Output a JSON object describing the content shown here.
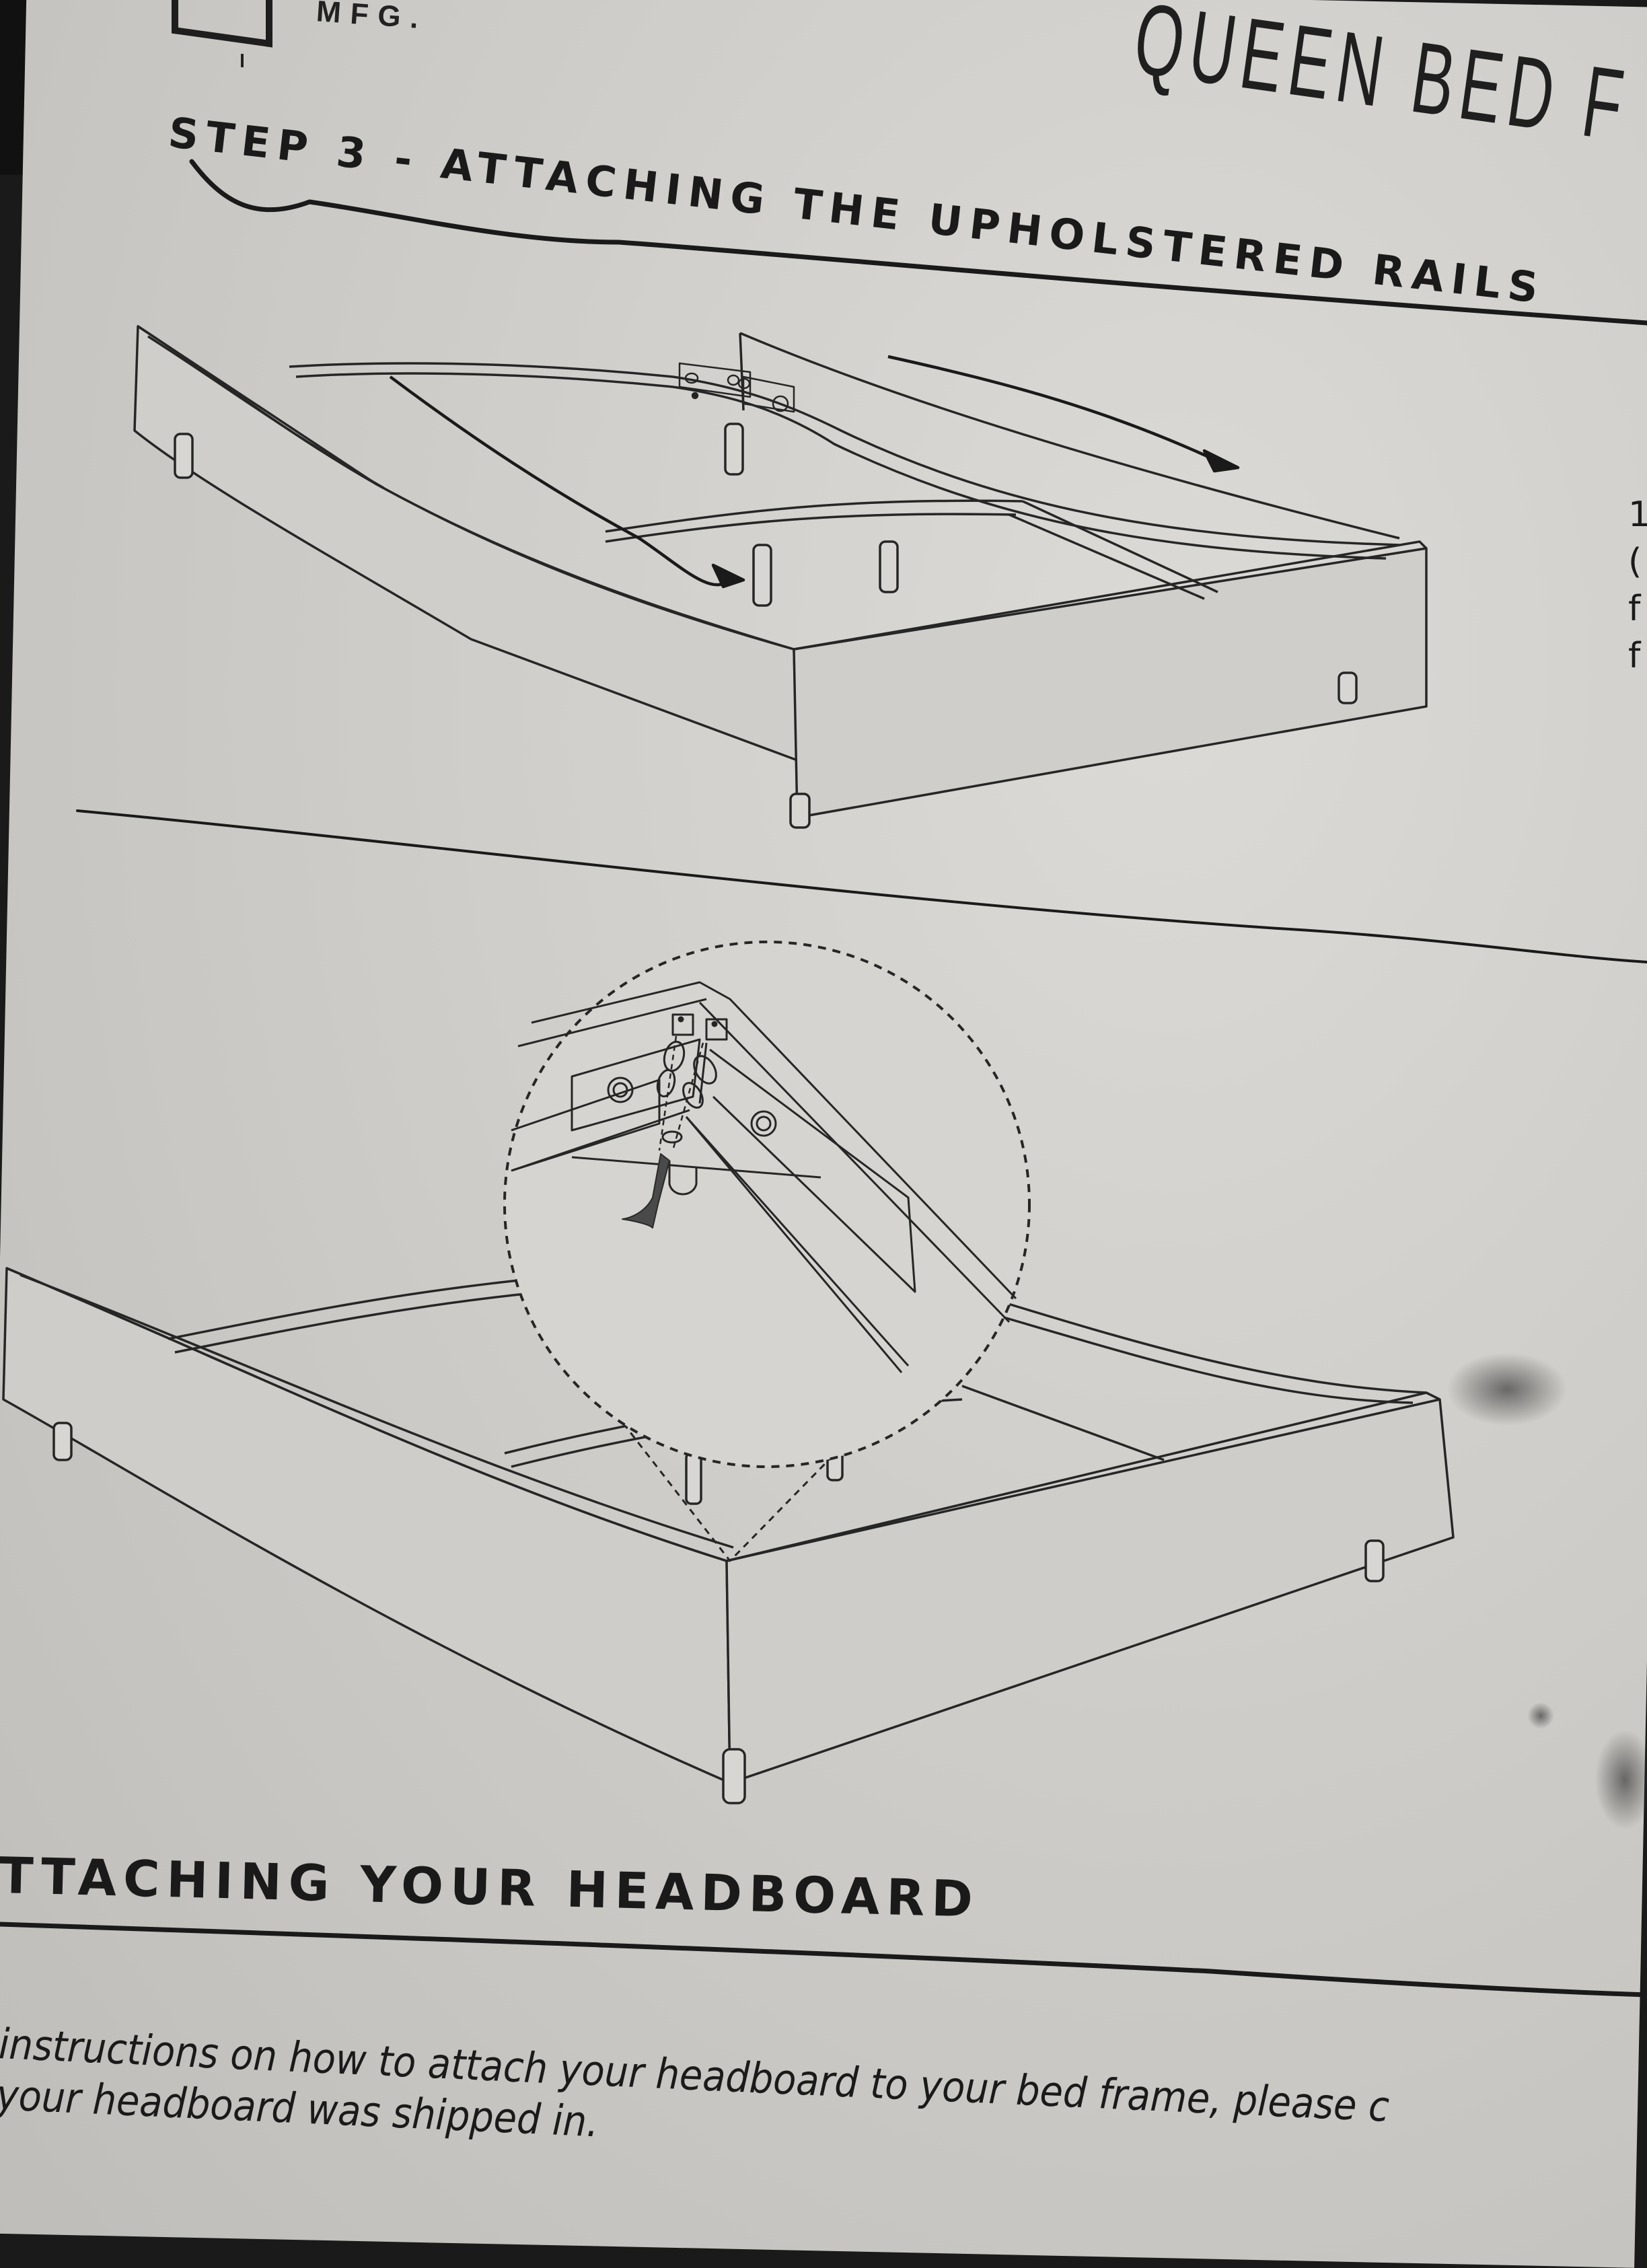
{
  "document": {
    "brand": {
      "logo_icon": "bracket-logo-icon",
      "text": "MFG."
    },
    "title": "QUEEN BED F",
    "step": {
      "number": "3",
      "heading": "STEP 3 - ATTACHING THE UPHOLSTERED RAILS"
    },
    "right_edge_fragments": [
      "1",
      "(",
      "f",
      "f"
    ],
    "figures": [
      {
        "id": "figure-1",
        "description": "Bed frame with side rails being slid onto headboard brackets",
        "annotations": [
          "arrow-left-rail",
          "arrow-right-rail",
          "headboard-bracket-detail"
        ]
      },
      {
        "id": "figure-2",
        "description": "Assembled bed frame with magnified callout of corner bracket and screw",
        "annotations": [
          "detail-callout-circle",
          "screw-icon",
          "corner-bracket",
          "keyhole-slot"
        ]
      }
    ],
    "next_section": {
      "heading": "TTACHING YOUR HEADBOARD",
      "body_lines": [
        "instructions on how to attach your headboard to your bed frame, please c",
        "your headboard was shipped in."
      ]
    }
  },
  "colors": {
    "paper": "#d4d2ce",
    "ink": "#1a1a1a",
    "background": "#1a1a1a"
  }
}
